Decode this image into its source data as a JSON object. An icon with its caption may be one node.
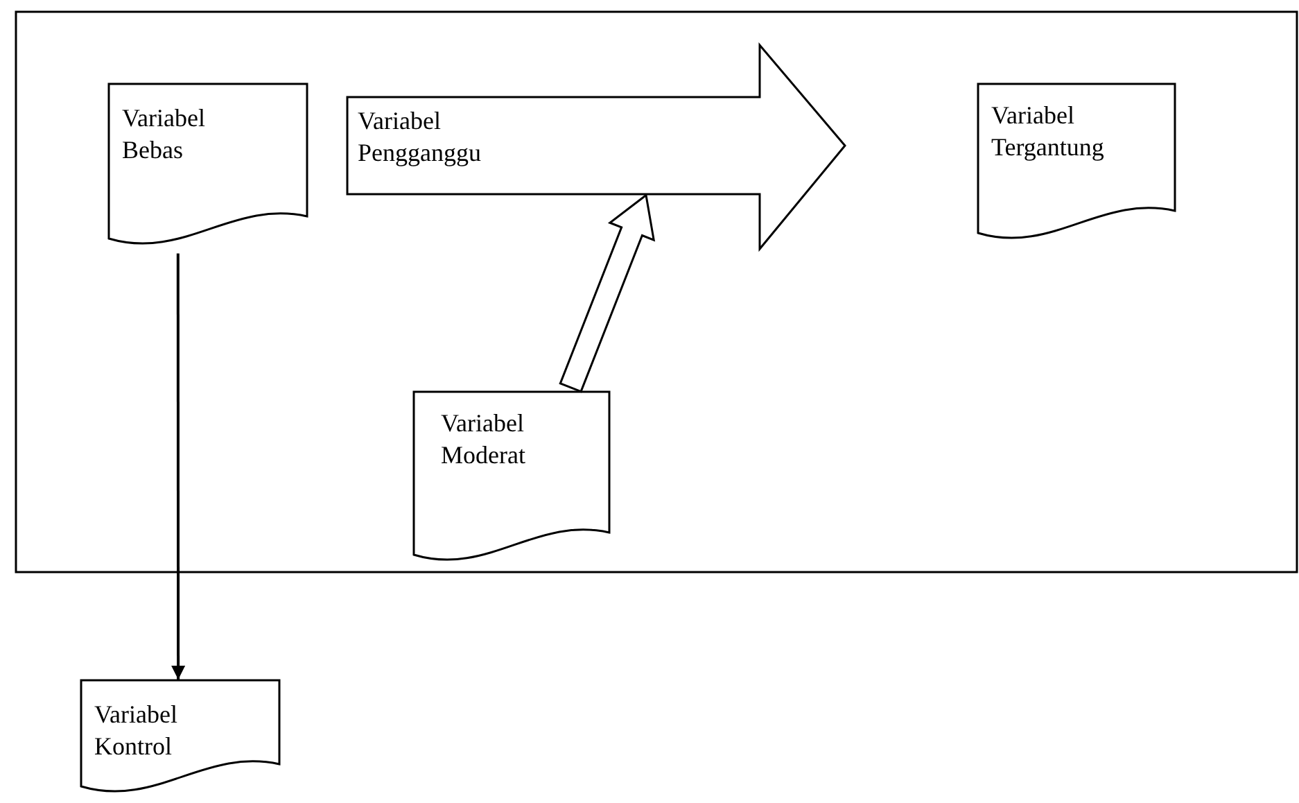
{
  "diagram": {
    "nodes": [
      {
        "text": [],
        "shape": "box"
      },
      {
        "text": [
          "Variabel Bebas"
        ],
        "in": 0
      },
      {
        "text": [
          "Variabel Pengganggu"
        ],
        "in": 0
      },
      {
        "text": [
          "Variabel Tergantung"
        ],
        "in": 0
      },
      {
        "text": [
          "Variabel Moderat"
        ],
        "in": 0
      },
      {
        "text": [
          "Variabel Kontrol"
        ]
      }
    ],
    "edges": [
      {
        "from": 1,
        "to": 5,
        "arrow": "to"
      },
      {
        "from": 4,
        "to": 2,
        "arrow": "to",
        "style": "thick"
      }
    ]
  }
}
